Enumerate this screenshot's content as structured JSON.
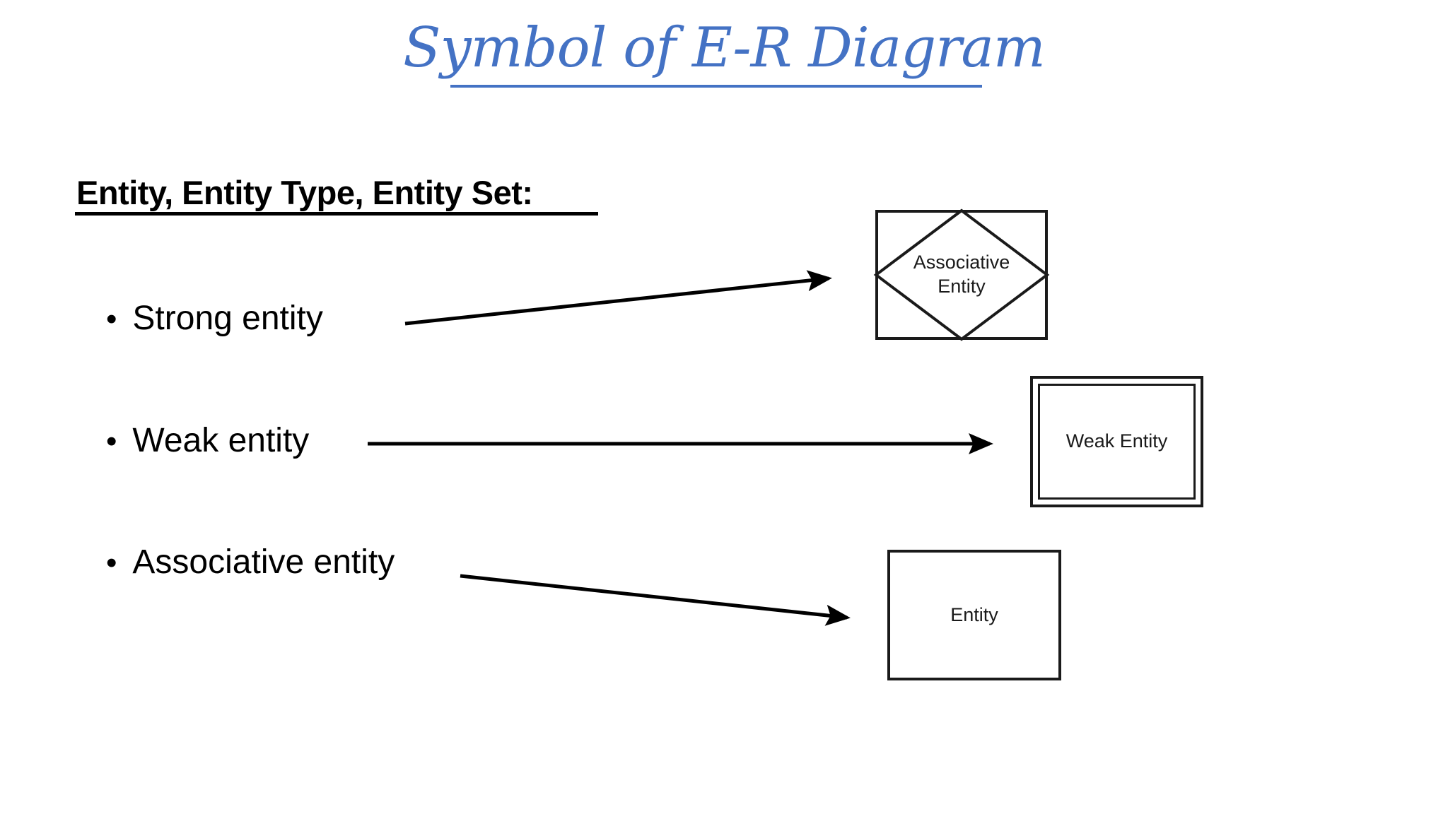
{
  "slide": {
    "title": "Symbol of E-R Diagram",
    "title_color": "#4472C4",
    "background_color": "#FFFFFF",
    "heading": "Entity, Entity Type, Entity Set:",
    "heading_color": "#000000"
  },
  "bullets": [
    {
      "marker": "•",
      "label": "Strong entity"
    },
    {
      "marker": "•",
      "label": "Weak entity"
    },
    {
      "marker": "•",
      "label": "Associative entity"
    }
  ],
  "shapes": {
    "associative_entity": {
      "name": "Associative Entity",
      "line1": "Associative",
      "line2": "Entity",
      "symbol": "diamond-inside-rectangle",
      "stroke_color": "#1A1A1A",
      "fill_color": "#FFFFFF"
    },
    "weak_entity": {
      "name": "Weak Entity",
      "label": "Weak Entity",
      "symbol": "double-rectangle",
      "stroke_color": "#1A1A1A",
      "fill_color": "#FFFFFF"
    },
    "strong_entity": {
      "name": "Entity",
      "label": "Entity",
      "symbol": "rectangle",
      "stroke_color": "#1A1A1A",
      "fill_color": "#FFFFFF"
    }
  },
  "connectors": [
    {
      "from": "Strong entity",
      "to": "Associative Entity",
      "style": "arrow"
    },
    {
      "from": "Weak entity",
      "to": "Weak Entity",
      "style": "arrow"
    },
    {
      "from": "Associative entity",
      "to": "Entity",
      "style": "arrow"
    }
  ]
}
